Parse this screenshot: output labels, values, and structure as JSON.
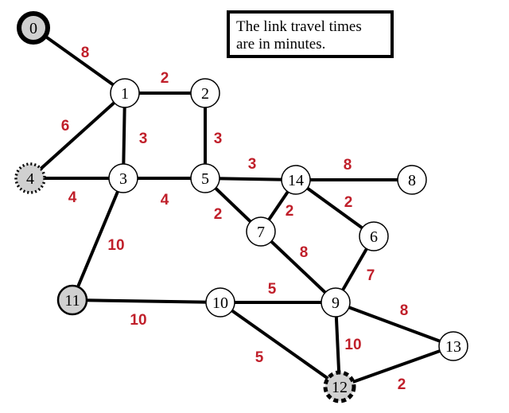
{
  "note": {
    "line1": "The link travel times",
    "line2": "are in minutes."
  },
  "colors": {
    "weight": "#c01f2a",
    "edge": "#000000",
    "node_fill": "#ffffff",
    "node_gray": "#d0d0d0"
  },
  "nodes": [
    {
      "id": "0",
      "style": "bold"
    },
    {
      "id": "1",
      "style": "normal"
    },
    {
      "id": "2",
      "style": "normal"
    },
    {
      "id": "3",
      "style": "normal"
    },
    {
      "id": "4",
      "style": "dotted-gray"
    },
    {
      "id": "5",
      "style": "normal"
    },
    {
      "id": "14",
      "style": "normal"
    },
    {
      "id": "8",
      "style": "normal"
    },
    {
      "id": "7",
      "style": "normal"
    },
    {
      "id": "6",
      "style": "normal"
    },
    {
      "id": "11",
      "style": "gray"
    },
    {
      "id": "10",
      "style": "normal"
    },
    {
      "id": "9",
      "style": "normal"
    },
    {
      "id": "13",
      "style": "normal"
    },
    {
      "id": "12",
      "style": "dashed-gray"
    }
  ],
  "edges": [
    {
      "from": "0",
      "to": "1",
      "weight": "8"
    },
    {
      "from": "1",
      "to": "2",
      "weight": "2"
    },
    {
      "from": "1",
      "to": "4",
      "weight": "6"
    },
    {
      "from": "1",
      "to": "3",
      "weight": "3"
    },
    {
      "from": "2",
      "to": "5",
      "weight": "3"
    },
    {
      "from": "4",
      "to": "3",
      "weight": "4"
    },
    {
      "from": "3",
      "to": "5",
      "weight": "4"
    },
    {
      "from": "3",
      "to": "11",
      "weight": "10"
    },
    {
      "from": "5",
      "to": "14",
      "weight": "3"
    },
    {
      "from": "5",
      "to": "7",
      "weight": "2"
    },
    {
      "from": "14",
      "to": "8",
      "weight": "8"
    },
    {
      "from": "14",
      "to": "7",
      "weight": "2"
    },
    {
      "from": "14",
      "to": "6",
      "weight": "2"
    },
    {
      "from": "7",
      "to": "9",
      "weight": "8"
    },
    {
      "from": "6",
      "to": "9",
      "weight": "7"
    },
    {
      "from": "11",
      "to": "10",
      "weight": "10"
    },
    {
      "from": "10",
      "to": "9",
      "weight": "5"
    },
    {
      "from": "10",
      "to": "12",
      "weight": "5"
    },
    {
      "from": "9",
      "to": "12",
      "weight": "10"
    },
    {
      "from": "9",
      "to": "13",
      "weight": "8"
    },
    {
      "from": "13",
      "to": "12",
      "weight": "2"
    }
  ]
}
